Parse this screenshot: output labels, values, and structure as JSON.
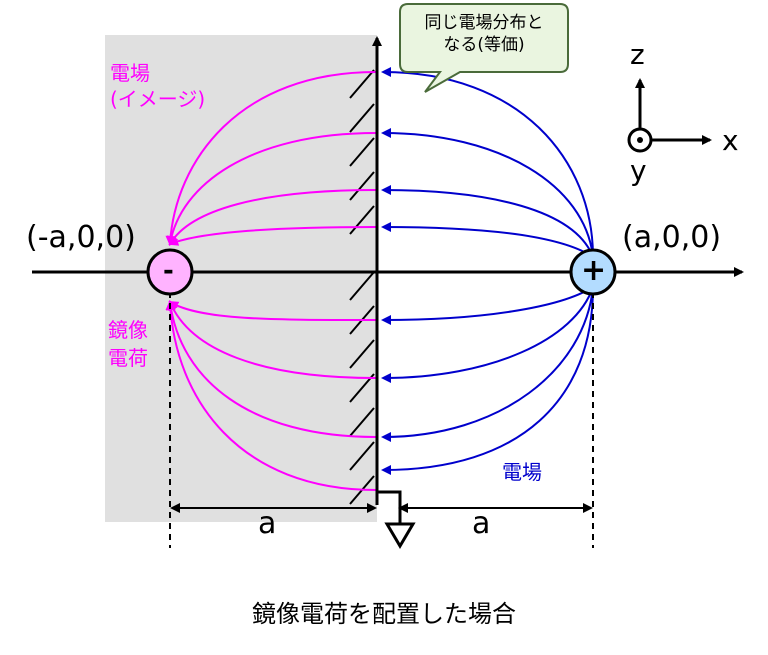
{
  "title": "鏡像電荷を配置した場合",
  "callout": {
    "line1": "同じ電場分布と",
    "line2": "なる(等価)"
  },
  "labels": {
    "image_field_1": "電場",
    "image_field_2": "(イメージ)",
    "image_charge_1": "鏡像",
    "image_charge_2": "電荷",
    "real_field": "電場",
    "neg_coord": "(-a,0,0)",
    "pos_coord": "(a,0,0)",
    "distance_left": "a",
    "distance_right": "a",
    "axis_z": "z",
    "axis_x": "x",
    "axis_y": "y",
    "neg_sign": "-",
    "pos_sign": "+"
  },
  "colors": {
    "image_field": "#ff00ff",
    "real_field": "#0000cc",
    "image_region": "#e0e0e0",
    "neg_charge_fill": "#ffb3ff",
    "pos_charge_fill": "#b3dcff",
    "callout_fill": "#eaf5e0",
    "callout_stroke": "#4a6b3a"
  }
}
